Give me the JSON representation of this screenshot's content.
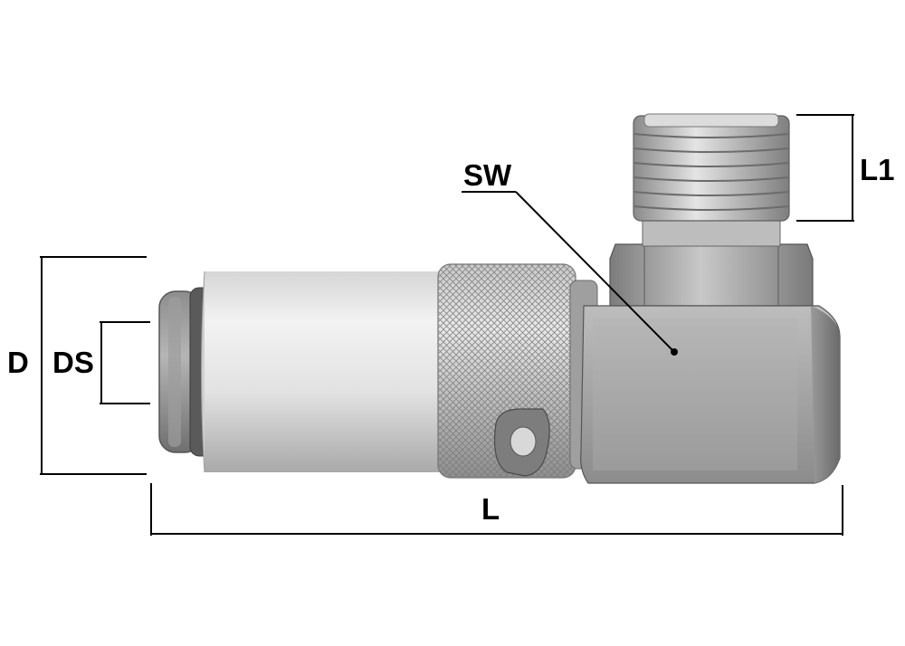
{
  "labels": {
    "D": "D",
    "DS": "DS",
    "L": "L",
    "L1": "L1",
    "SW": "SW"
  },
  "colors": {
    "dimension_line": "#000000",
    "metal_light": "#e6e6e6",
    "metal_mid": "#b9b9b9",
    "metal_dark": "#6d6d6d",
    "seal_ring": "#5a5a5a"
  }
}
